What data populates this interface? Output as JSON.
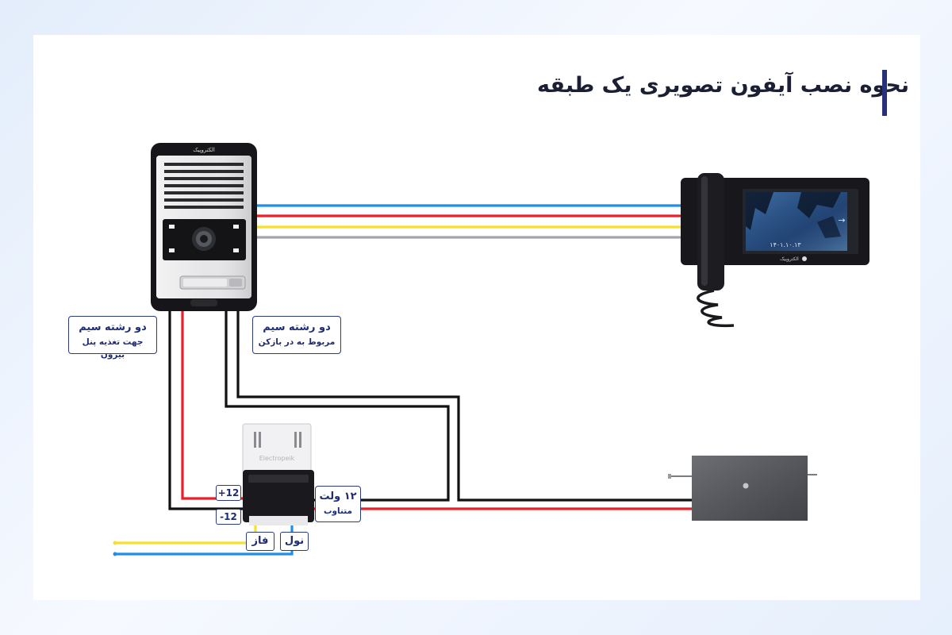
{
  "title": "نحوه نصب آیفون تصویری یک طبقه",
  "labels": {
    "power_wires": {
      "line1": "دو رشته سیم",
      "line2": "جهت تغذیه پنل بیرون"
    },
    "lock_wires": {
      "line1": "دو رشته سیم",
      "line2": "مربوط به در بازکن"
    },
    "voltage": {
      "line1": "۱۲ ولت",
      "line2": "متناوب"
    },
    "plus12": "+12",
    "minus12": "-12",
    "phase": "فاز",
    "neutral": "نول"
  },
  "devices": {
    "door_panel_brand": "الکتروپیک",
    "monitor_brand": "الکتروپیک",
    "monitor_date": "۱۴۰۱.۱۰.۱۳",
    "power_supply_brand": "Electropeik"
  },
  "colors": {
    "blue": "#1f8fe8",
    "red": "#e8202b",
    "yellow": "#f5e12a",
    "gray": "#a7a3ad",
    "black": "#111111",
    "accent": "#27317a"
  }
}
